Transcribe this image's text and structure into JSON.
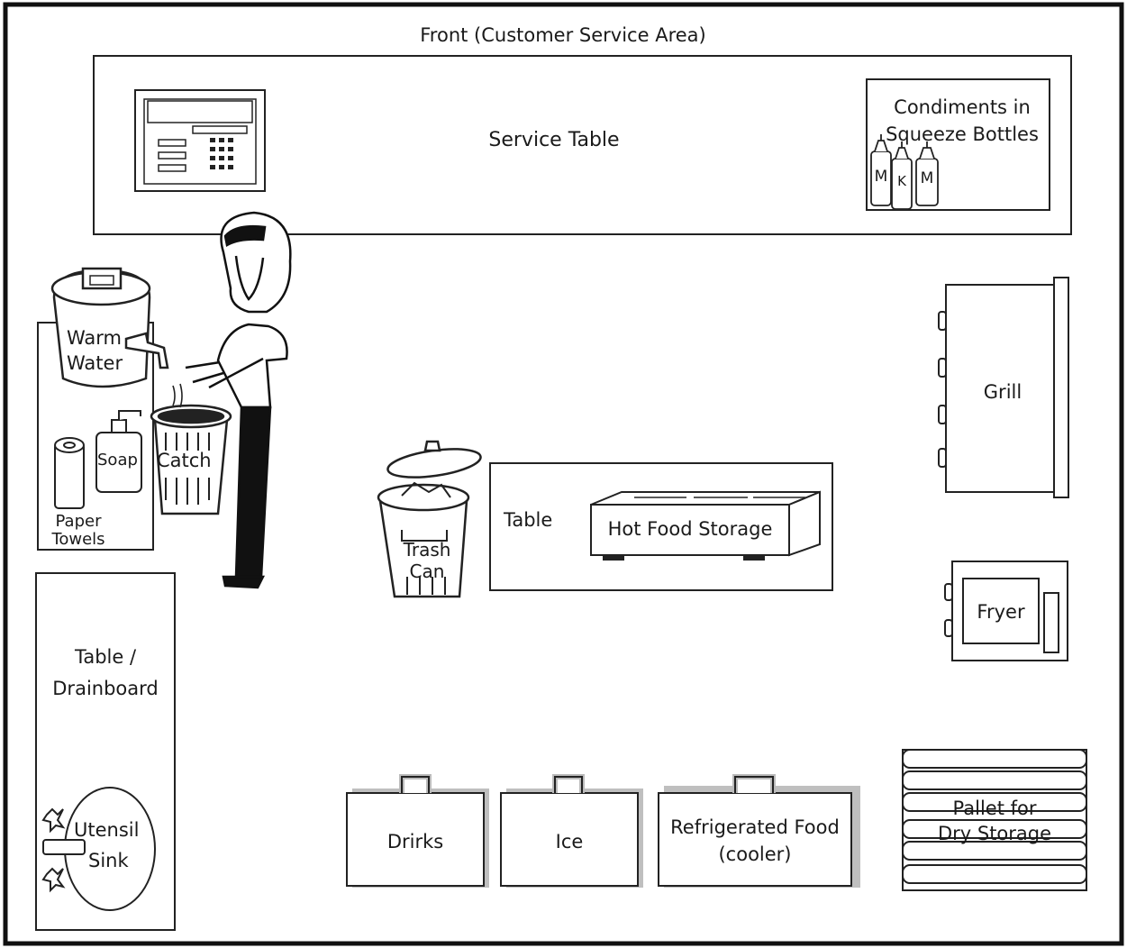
{
  "diagram": {
    "front_label": "Front (Customer Service Area)",
    "service_table_label": "Service Table",
    "condiments_label_line1": "Condiments in",
    "condiments_label_line2": "Squeeze Bottles",
    "bottle_labels": [
      "M",
      "K",
      "M"
    ],
    "warm_water_line1": "Warm",
    "warm_water_line2": "Water",
    "soap_label": "Soap",
    "catch_label": "Catch",
    "paper_towels_line1": "Paper",
    "paper_towels_line2": "Towels",
    "trash_can_line1": "Trash",
    "trash_can_line2": "Can",
    "table_label": "Table",
    "hot_food_storage_label": "Hot Food Storage",
    "grill_label": "Grill",
    "fryer_label": "Fryer",
    "drainboard_line1": "Table /",
    "drainboard_line2": "Drainboard",
    "utensil_sink_line1": "Utensil",
    "utensil_sink_line2": "Sink",
    "drinks_label": "Drirks",
    "ice_label": "Ice",
    "refrigerated_line1": "Refrigerated Food",
    "refrigerated_line2": "(cooler)",
    "pallet_line1": "Pallet for",
    "pallet_line2": "Dry Storage"
  }
}
